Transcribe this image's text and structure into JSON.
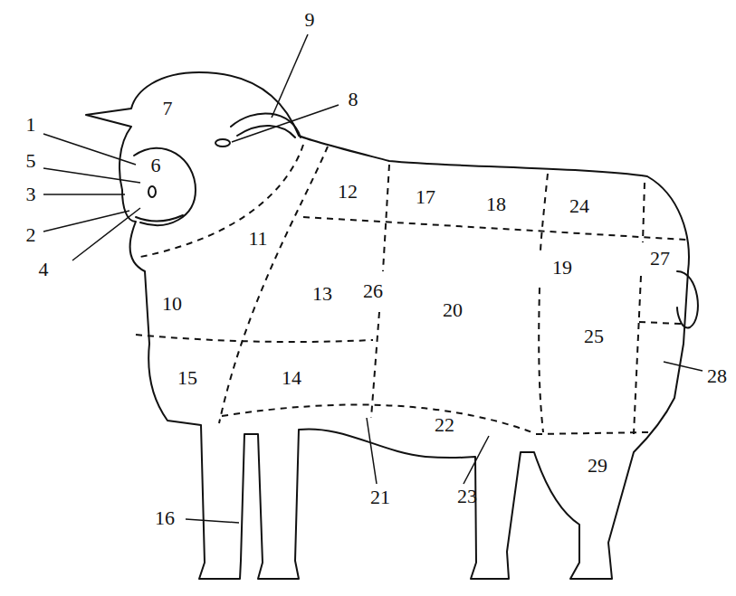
{
  "diagram": {
    "labels": [
      "1",
      "2",
      "3",
      "4",
      "5",
      "6",
      "7",
      "8",
      "9",
      "10",
      "11",
      "12",
      "13",
      "14",
      "15",
      "16",
      "17",
      "18",
      "19",
      "20",
      "21",
      "22",
      "23",
      "24",
      "25",
      "26",
      "27",
      "28",
      "29"
    ]
  }
}
